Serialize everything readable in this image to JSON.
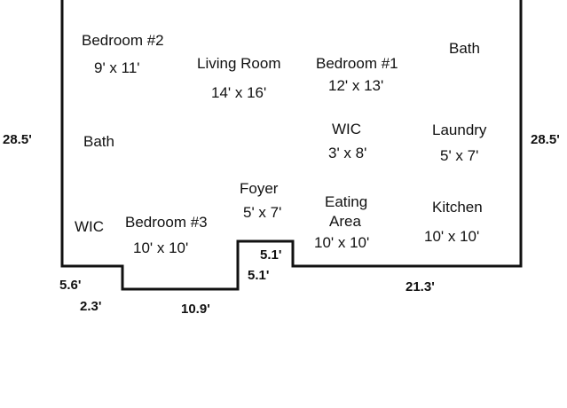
{
  "rooms": [
    {
      "id": "bedroom2",
      "name": "Bedroom #2",
      "size": "9' x 11'"
    },
    {
      "id": "living",
      "name": "Living Room",
      "size": "14' x 16'"
    },
    {
      "id": "bedroom1",
      "name": "Bedroom #1",
      "size": "12' x 13'"
    },
    {
      "id": "bath-top",
      "name": "Bath",
      "size": ""
    },
    {
      "id": "bath-left",
      "name": "Bath",
      "size": ""
    },
    {
      "id": "wic-center",
      "name": "WIC",
      "size": "3' x 8'"
    },
    {
      "id": "laundry",
      "name": "Laundry",
      "size": "5' x 7'"
    },
    {
      "id": "foyer",
      "name": "Foyer",
      "size": "5' x 7'"
    },
    {
      "id": "eating",
      "name": "Eating",
      "name2": "Area",
      "size": "10' x 10'"
    },
    {
      "id": "kitchen",
      "name": "Kitchen",
      "size": "10' x 10'"
    },
    {
      "id": "wic-left",
      "name": "WIC",
      "size": ""
    },
    {
      "id": "bedroom3",
      "name": "Bedroom #3",
      "size": "10' x 10'"
    }
  ],
  "dimensions": {
    "left_height": "28.5'",
    "right_height": "28.5'",
    "left_step": "5.6'",
    "left_notch_depth": "2.3'",
    "bottom_left": "10.9'",
    "foyer_notch_top": "5.1'",
    "foyer_notch_side": "5.1'",
    "bottom_right": "21.3'"
  }
}
